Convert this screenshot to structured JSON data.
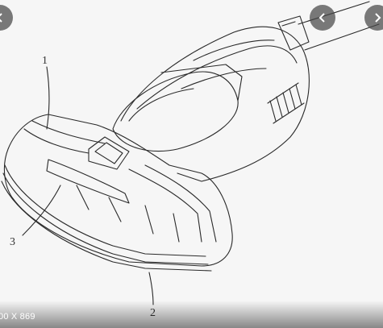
{
  "image_viewer": {
    "dimensions_label": "00 X 869",
    "nav_prev_icon": "chevron-left-icon",
    "nav_back_icon": "chevron-left-icon",
    "nav_next_icon": "chevron-right-icon"
  },
  "drawing": {
    "callouts": [
      "1",
      "3",
      "2"
    ]
  }
}
